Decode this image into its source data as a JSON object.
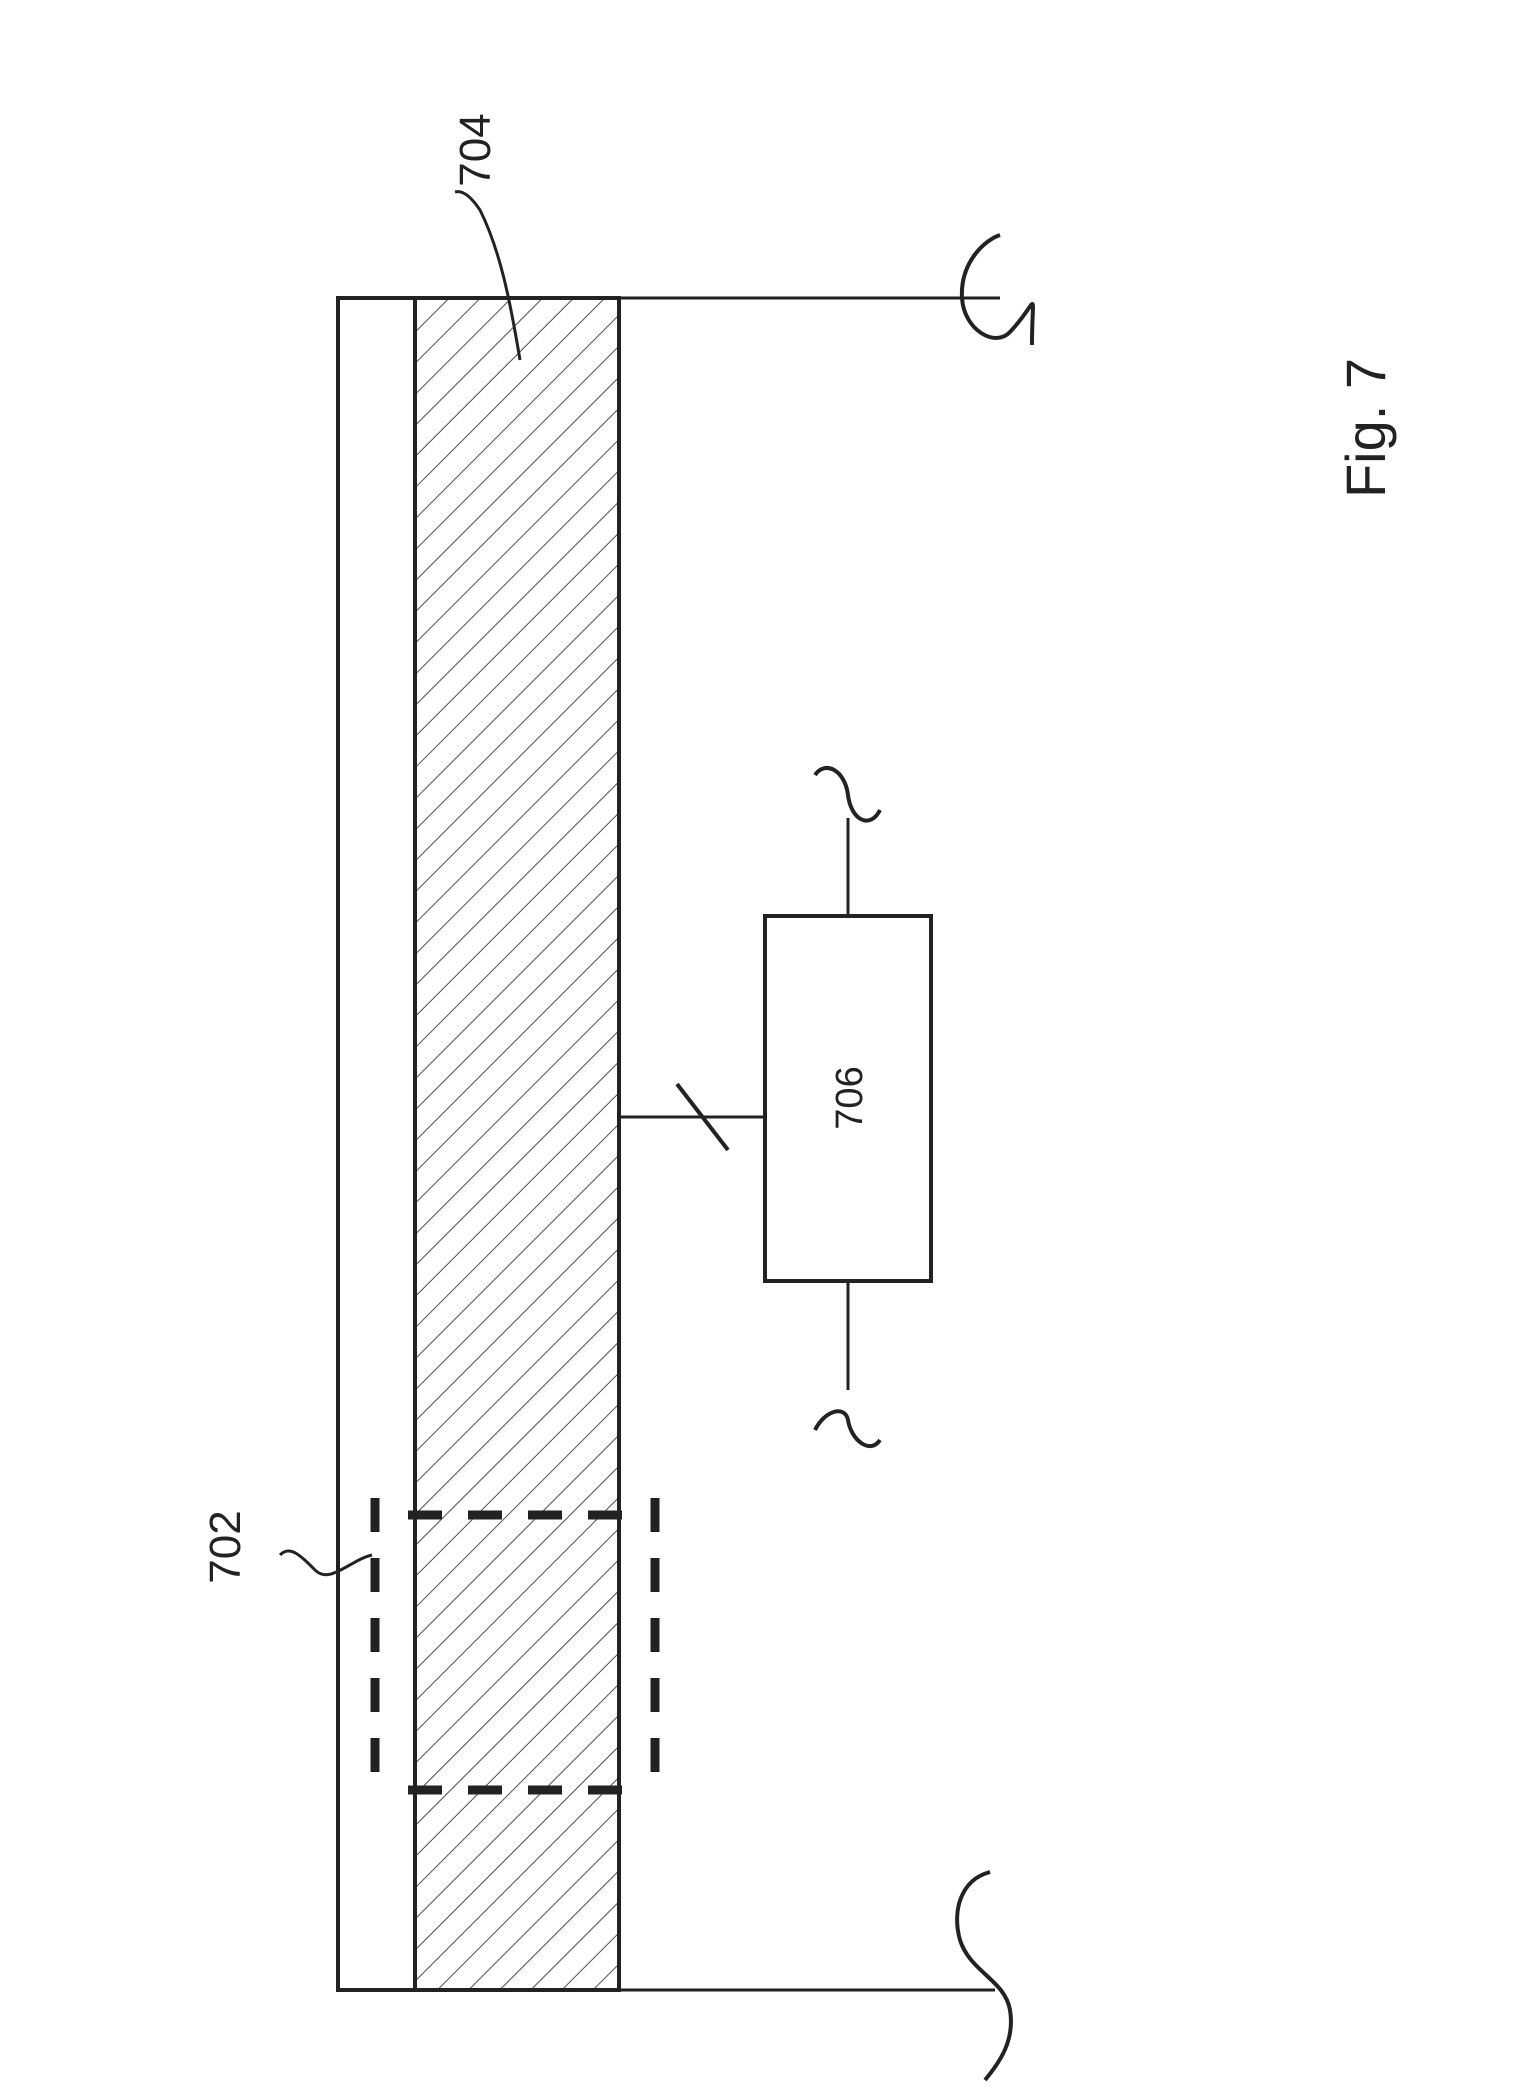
{
  "figure": {
    "caption": "Fig. 7",
    "labels": {
      "optical_element": "702",
      "layer": "704",
      "controller": "706"
    },
    "colors": {
      "stroke": "#222222",
      "background": "#ffffff"
    }
  }
}
